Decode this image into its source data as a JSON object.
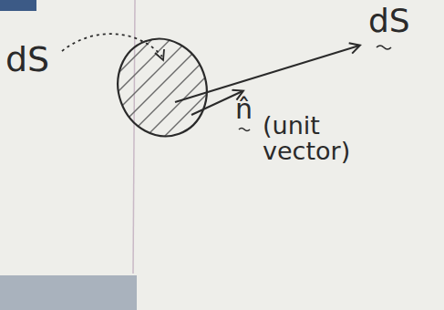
{
  "diagram": {
    "labels": [
      "dS",
      "dS",
      "n̂",
      "(unit vector)"
    ]
  }
}
